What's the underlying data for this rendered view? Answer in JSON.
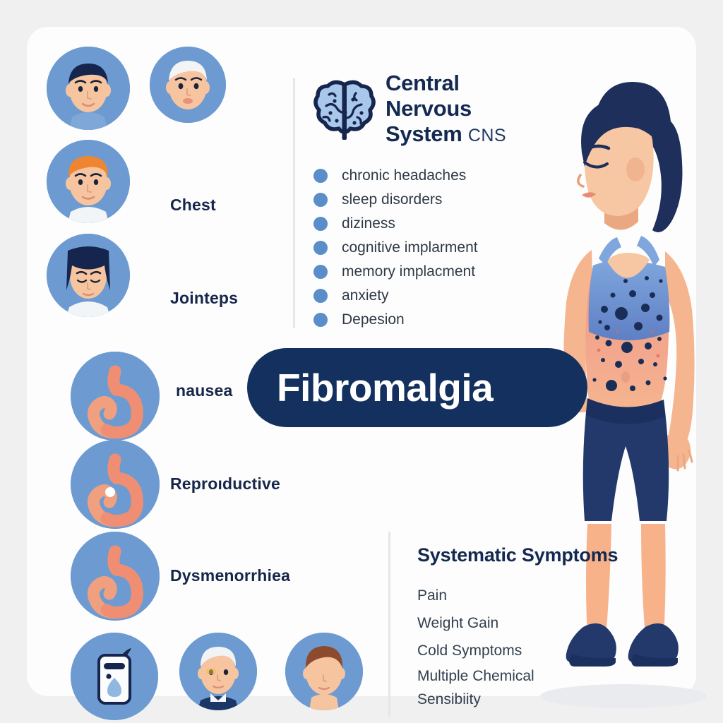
{
  "banner": {
    "title": "Fibromalgia"
  },
  "colors": {
    "navy": "#13305e",
    "blue_circle": "#6d9bd1",
    "bullet_blue": "#5b8ec9",
    "skin": "#f5b58e",
    "card_bg": "#fdfdfd",
    "page_bg": "#f0f0f0",
    "divider": "#e6e6e6"
  },
  "cns": {
    "icon": "brain-icon",
    "title_lines": [
      "Central",
      "Nervous",
      "System"
    ],
    "abbreviation": "CNS",
    "symptoms": [
      "chronic headaches",
      "sleep disorders",
      "diziness",
      "cognitive implarment",
      "memory implacment",
      "anxiety",
      "Depesion"
    ]
  },
  "body_areas": [
    {
      "label": "",
      "icons": [
        "face-dark-hair-icon",
        "face-white-hair-icon"
      ]
    },
    {
      "label": "Chest",
      "icons": [
        "face-ginger-hair-icon"
      ]
    },
    {
      "label": "Jointeps",
      "icons": [
        "face-woman-bob-icon"
      ]
    },
    {
      "label": "nausea",
      "icons": [
        "stomach-icon"
      ]
    },
    {
      "label": "Reproıductive",
      "icons": [
        "stomach-dot-icon"
      ]
    },
    {
      "label": "Dysmenorrhiea",
      "icons": [
        "stomach-icon"
      ]
    },
    {
      "label": "",
      "icons": [
        "medicine-bottle-icon",
        "face-pale-sick-icon",
        "face-brown-hair-icon"
      ]
    }
  ],
  "left_labels": [
    "Chest",
    "Jointeps",
    "nausea",
    "Reproıductive",
    "Dysmenorrhiea"
  ],
  "systematic": {
    "title": "Systematic Symptoms",
    "items": [
      "Pain",
      "Weight Gain",
      "Cold Symptoms",
      "Multiple Chemical Sensibiity"
    ]
  },
  "figure": {
    "name": "woman-illustration",
    "description": "woman in sports bra and leggings with pain points"
  }
}
